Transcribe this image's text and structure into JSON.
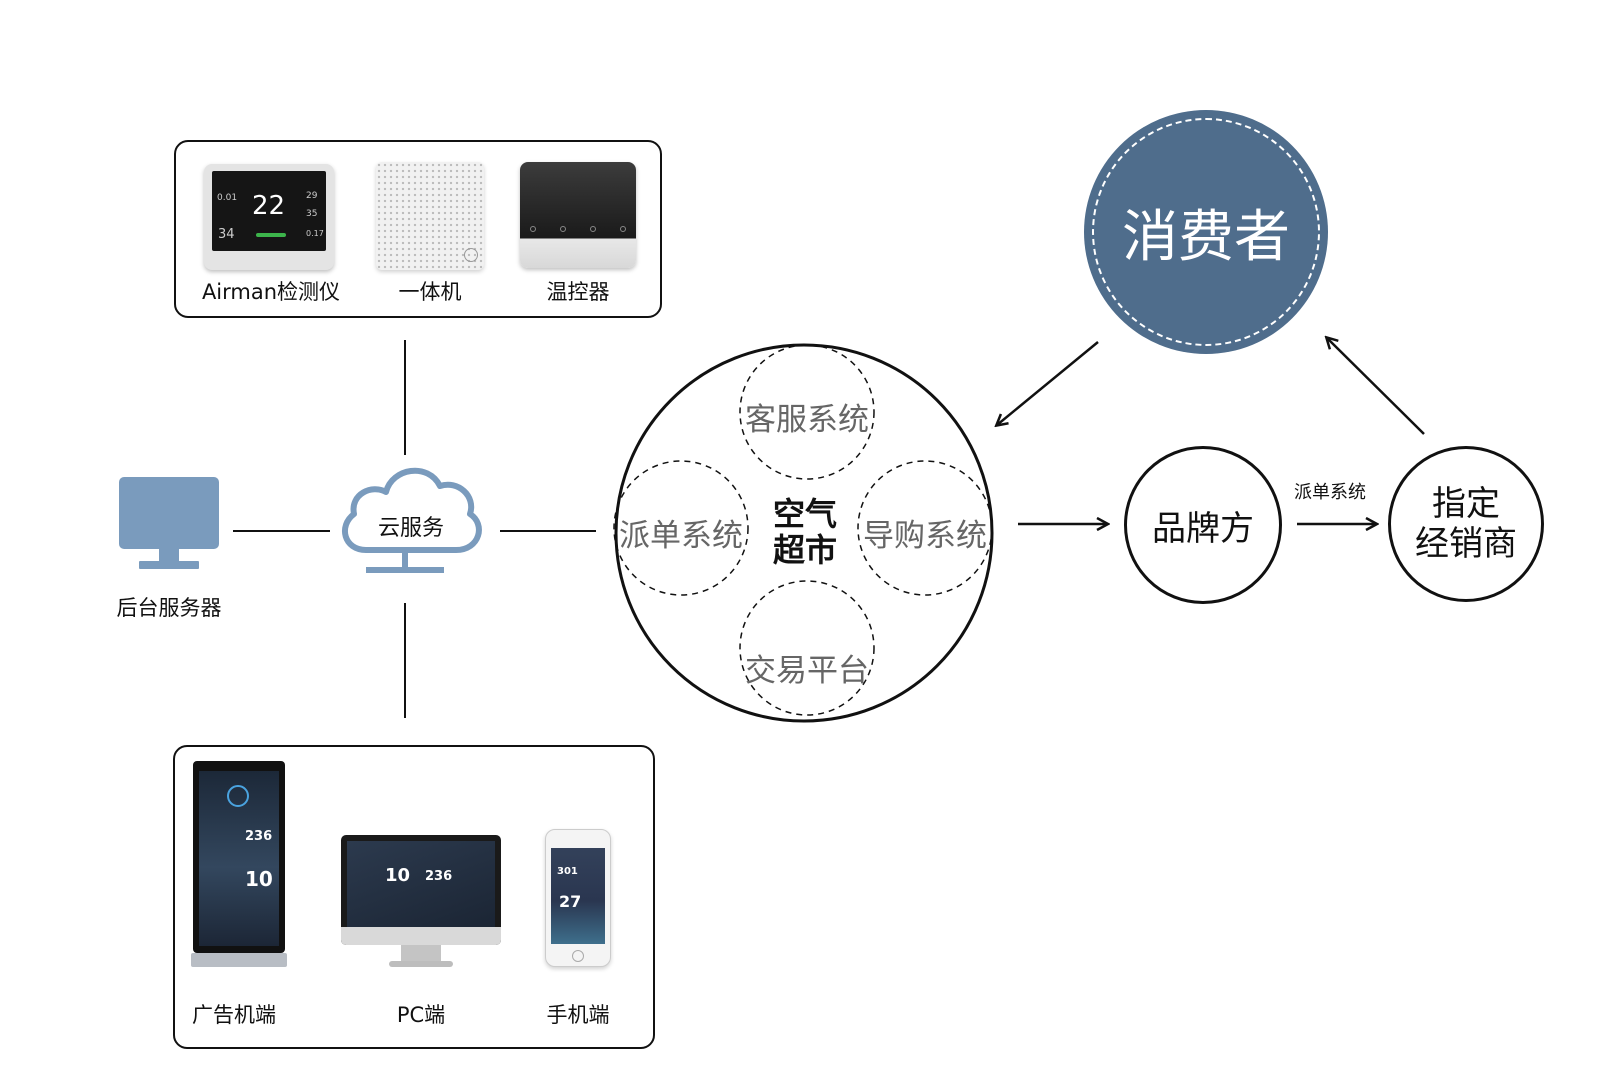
{
  "devices_top": {
    "airman_label": "Airman检测仪",
    "airman_screen": {
      "big": "22",
      "v1": "0.01",
      "v2": "34",
      "v3": "29",
      "v4": "35",
      "v5": "0.17"
    },
    "allinone_label": "一体机",
    "thermostat_label": "温控器"
  },
  "server": {
    "label": "后台服务器"
  },
  "cloud": {
    "label": "云服务"
  },
  "devices_bottom": {
    "ad_label": "广告机端",
    "ad_screen": {
      "n1": "236",
      "n2": "10"
    },
    "pc_label": "PC端",
    "pc_screen": {
      "n1": "10",
      "n2": "236"
    },
    "phone_label": "手机端",
    "phone_screen": {
      "n1": "301",
      "n2": "27"
    }
  },
  "market": {
    "center_line1": "空气",
    "center_line2": "超市",
    "top": "客服系统",
    "left": "派单系统",
    "right": "导购系统",
    "bottom": "交易平台"
  },
  "consumer": {
    "label": "消费者"
  },
  "brand": {
    "label": "品牌方"
  },
  "dispatch_arrow_label": "派单系统",
  "dealer": {
    "line1": "指定",
    "line2": "经销商"
  },
  "colors": {
    "accent": "#4f6d8c",
    "icon_blue": "#7a9bbd",
    "line": "#111111"
  }
}
